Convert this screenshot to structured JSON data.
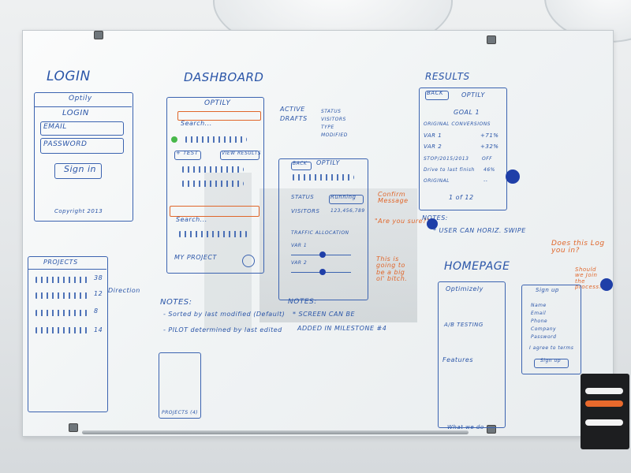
{
  "login": {
    "heading": "LOGIN",
    "company": "Optily",
    "subtitle": "LOGIN",
    "email": "EMAIL",
    "password": "PASSWORD",
    "signin": "Sign in",
    "copyright": "Copyright 2013"
  },
  "dashboard": {
    "heading": "DASHBOARD",
    "header": "OPTILY",
    "search": "Search...",
    "test": "+ TEST",
    "view_results": "VIEW RESULTS",
    "search2": "Search...",
    "my_projects": "MY PROJECT",
    "states": [
      "ACTIVE",
      "DRAFTS"
    ],
    "states2": [
      "STATUS",
      "VISITORS",
      "TYPE",
      "MODIFIED"
    ],
    "projects_header": "PROJECTS",
    "counts": [
      "38",
      "12",
      "8",
      "14"
    ],
    "direction_label": "Direction",
    "notes_title": "NOTES:",
    "notes": [
      "- Sorted by last modified (Default)",
      "- PILOT determined by last edited"
    ],
    "bottom_tab": "PROJECTS (4)"
  },
  "detail": {
    "back": "BACK",
    "title": "OPTILY",
    "status": "STATUS",
    "running": "Running",
    "visitors": "VISITORS",
    "visitors_val": "123,456,789",
    "traffic": "TRAFFIC ALLOCATION",
    "var1": "VAR 1",
    "var2": "VAR 2",
    "notes_title": "NOTES:",
    "note1": "* SCREEN CAN BE",
    "note2": "ADDED IN MILESTONE #4"
  },
  "orange_notes": {
    "confirm": "Confirm Message",
    "are_you_sure": "\"Are you sure?\"",
    "big_bitch": "This is going to be a big ol' bitch.",
    "does_this": "Does this Log you in?",
    "should_we": "Should we Join the process?"
  },
  "results": {
    "heading": "RESULTS",
    "back": "BACK",
    "title": "OPTILY",
    "goal": "GOAL 1",
    "original": "ORIGINAL CONVERSIONS",
    "rows": [
      [
        "VAR 1",
        "+71%"
      ],
      [
        "VAR 2",
        "+32%"
      ],
      [
        "STOP/2015/2013",
        "OFF"
      ],
      [
        "Drive to last finish",
        "46%"
      ],
      [
        "ORIGINAL",
        "--"
      ]
    ],
    "pager": "1 of 12",
    "notes_title": "NOTES:",
    "note": "* USER CAN HORIZ. SWIPE"
  },
  "homepage": {
    "heading": "HOMEPAGE",
    "brand": "Optimizely",
    "tagline": "A/B TESTING",
    "features": "Features",
    "what_we": "What we do",
    "signup_title": "Sign up",
    "fields": [
      "Name",
      "Email",
      "Phone",
      "Company",
      "Password"
    ],
    "agree": "I agree to terms",
    "signup_button": "Sign up"
  }
}
